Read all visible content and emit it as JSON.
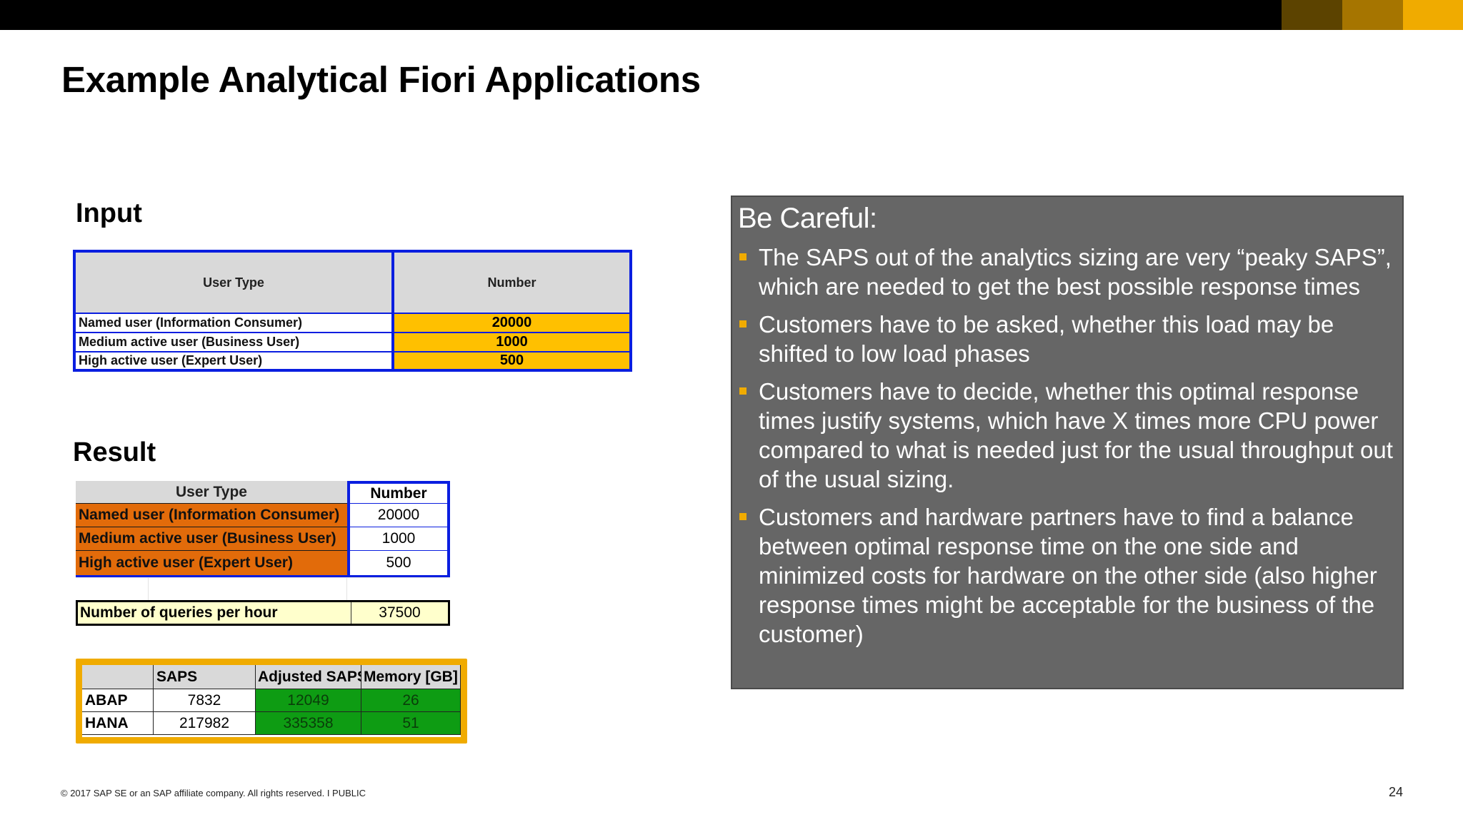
{
  "slide": {
    "title": "Example Analytical Fiori Applications",
    "page_number": "24",
    "footer": "© 2017 SAP SE or an SAP affiliate company. All rights reserved.   I   PUBLIC"
  },
  "input": {
    "label": "Input",
    "headers": [
      "User Type",
      "Number"
    ],
    "rows": [
      {
        "type": "Named user (Information  Consumer)",
        "number": "20000"
      },
      {
        "type": "Medium active user (Business User)",
        "number": "1000"
      },
      {
        "type": "High active user (Expert User)",
        "number": "500"
      }
    ]
  },
  "result": {
    "label": "Result",
    "headers": [
      "User Type",
      "Number"
    ],
    "rows": [
      {
        "type": "Named user (Information  Consumer)",
        "number": "20000"
      },
      {
        "type": "Medium active user (Business User)",
        "number": "1000"
      },
      {
        "type": "High active user (Expert User)",
        "number": "500"
      }
    ],
    "queries_label": "Number of queries per hour",
    "queries_value": "37500"
  },
  "sizing": {
    "headers": [
      "",
      "SAPS",
      "Adjusted SAPS",
      "Memory [GB]"
    ],
    "rows": [
      {
        "name": "ABAP",
        "saps": "7832",
        "adjusted": "12049",
        "memory": "26"
      },
      {
        "name": "HANA",
        "saps": "217982",
        "adjusted": "335358",
        "memory": "51"
      }
    ]
  },
  "careful": {
    "title": "Be Careful:",
    "bullets": [
      "The SAPS out of the analytics sizing are very “peaky SAPS”, which are needed to get the best possible response times",
      "Customers have to be asked, whether this load may be shifted to low load phases",
      "Customers have to decide, whether this optimal response times justify systems, which have X times more CPU power compared to what is needed just for the usual throughput out of the usual sizing.",
      "Customers and hardware partners have to find a balance between optimal response time on the one side and minimized costs for hardware on the other side (also higher response times might be acceptable for the business of the customer)"
    ]
  },
  "colors": {
    "brand_gold": "#f0ab00",
    "table_border_blue": "#0a1ee0",
    "input_highlight": "#ffc000",
    "result_orange": "#e26b0a",
    "sizing_green": "#0e9c13",
    "panel_gray": "#666666"
  }
}
